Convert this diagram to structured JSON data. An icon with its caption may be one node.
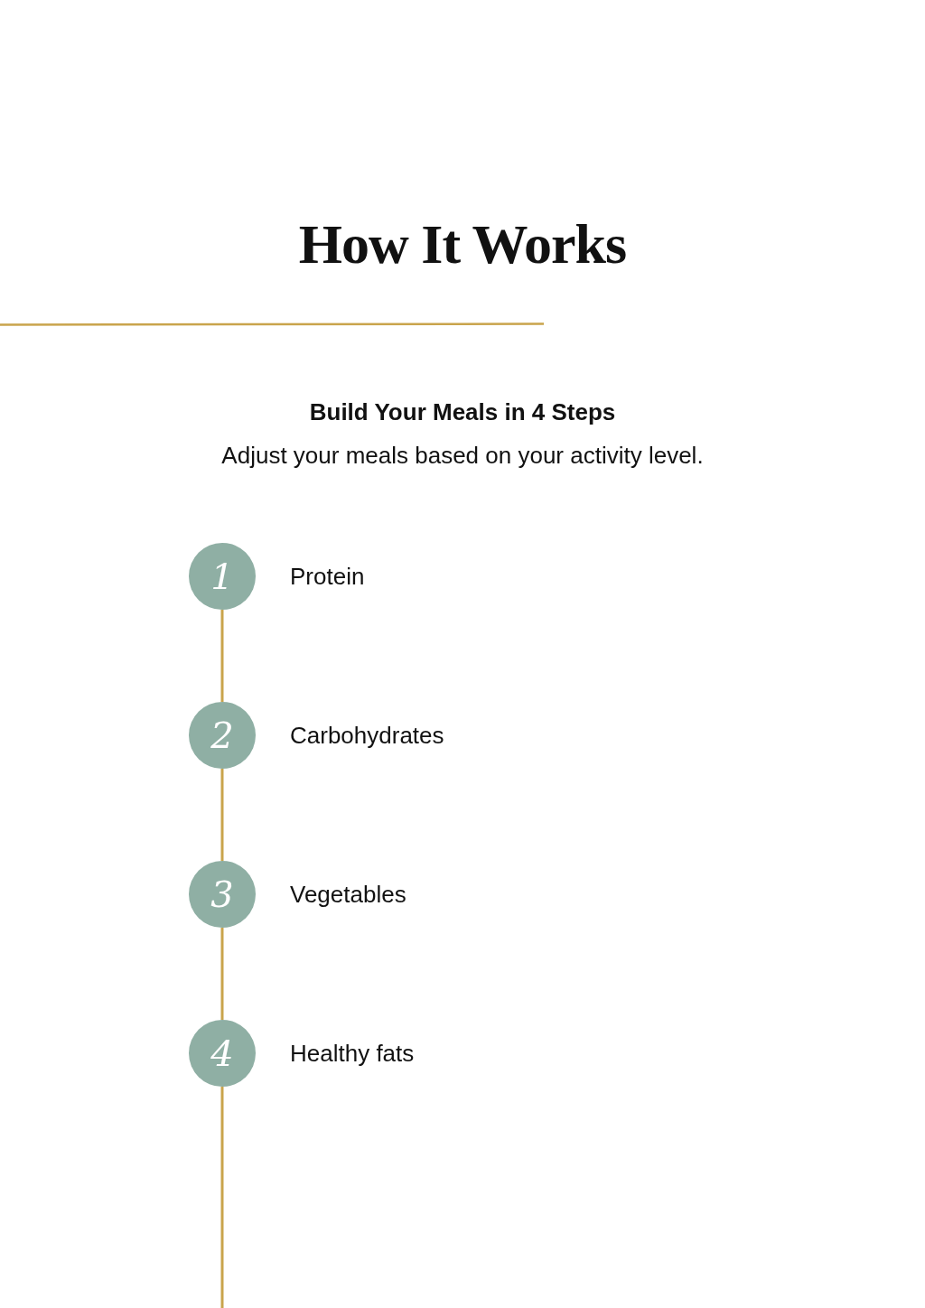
{
  "diagram": {
    "title": "How It Works",
    "nodes": [
      {
        "text": [
          "1"
        ],
        "beside": [
          "Protein"
        ]
      },
      {
        "text": [
          "2"
        ],
        "beside": [
          "Carbohydrates"
        ]
      },
      {
        "text": [
          "3"
        ],
        "beside": [
          "Vegetables"
        ]
      },
      {
        "text": [
          "4"
        ],
        "beside": [
          "Healthy fats"
        ]
      }
    ],
    "edges": [
      {
        "from": 0,
        "to": 1,
        "arrow": "none"
      },
      {
        "from": 1,
        "to": 2,
        "arrow": "none"
      },
      {
        "from": 2,
        "to": 3,
        "arrow": "none"
      },
      {
        "from": 3,
        "to": null,
        "arrow": "none"
      }
    ],
    "labels": [
      "Build Your Meals in 4 Steps",
      "Adjust your meals based on your activity level."
    ]
  }
}
